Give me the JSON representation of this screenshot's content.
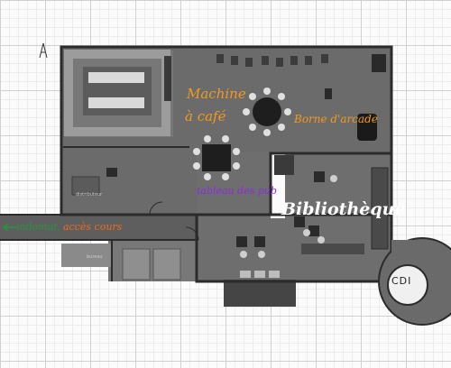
{
  "map": {
    "labels": {
      "machine": "Machine",
      "cafe": "à café",
      "borne": "Borne d'arcade",
      "tableau": "tableau des pub",
      "bibliotheque": "Bibliothèque",
      "indomat": "indomat,",
      "acces": "accès cours",
      "cdi": "CDI",
      "vending_tag": "distributeur",
      "office_tag": "bureau"
    },
    "colors": {
      "floor": "#6b6b6b",
      "wall": "#2b2b2b",
      "grid": "#d0d0d0",
      "orange_label": "#f29a1d",
      "purple_label": "#8a2be2",
      "green_label": "#1f9a3a"
    },
    "icons": [
      "north-arrow-icon",
      "entry-arrow-icon"
    ]
  }
}
